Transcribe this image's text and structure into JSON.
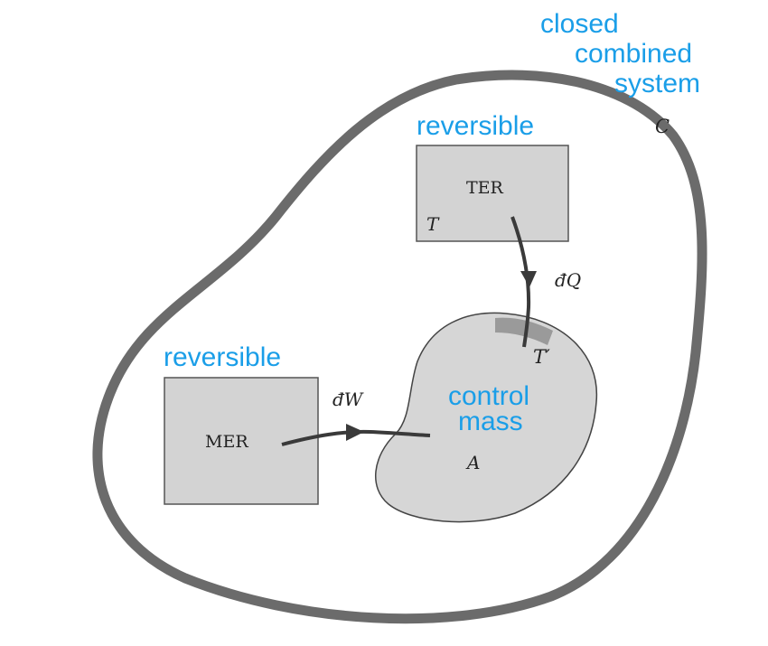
{
  "labels": {
    "system_line1": "closed",
    "system_line2": "combined",
    "system_line3": "system",
    "system_symbol": "C",
    "ter_reversible": "reversible",
    "ter_name": "TER",
    "ter_temp": "T",
    "heat": "đQ",
    "boundary_temp": "T′",
    "mer_reversible": "reversible",
    "mer_name": "MER",
    "work": "đW",
    "control_line1": "control",
    "control_line2": "mass",
    "control_symbol": "A"
  },
  "colors": {
    "accent_blue": "#1a9ee8",
    "boundary_gray": "#6b6b6b",
    "box_fill": "#d3d3d3",
    "blob_fill": "#d6d6d6",
    "arrow": "#3a3a3a"
  }
}
